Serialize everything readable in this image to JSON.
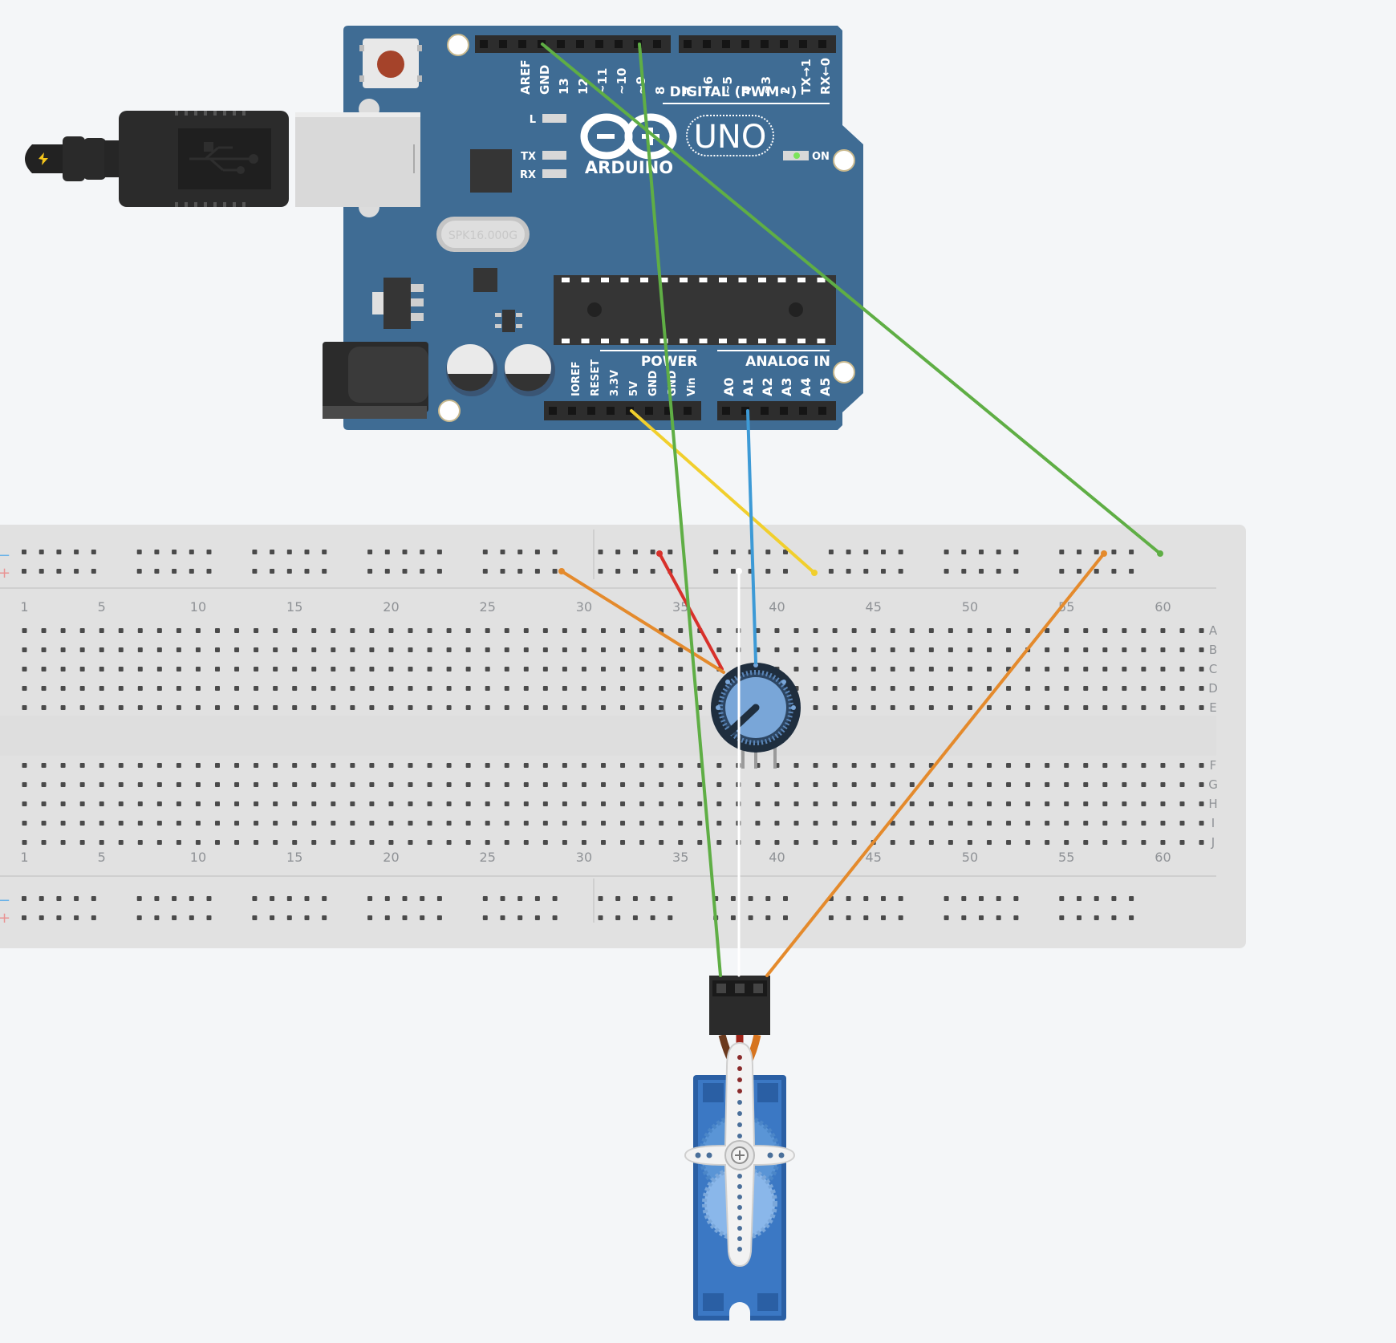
{
  "arduino": {
    "digital_pins": [
      "AREF",
      "GND",
      "13",
      "12",
      "~11",
      "~10",
      "~9",
      "8",
      "7",
      "~6",
      "~5",
      "4",
      "~3",
      "2",
      "TX→1",
      "RX←0"
    ],
    "digital_label": "DIGITAL (PWM~)",
    "led_labels": [
      "L",
      "TX",
      "RX"
    ],
    "brand": "ARDUINO",
    "model": "UNO",
    "on_label": "ON",
    "crystal_label": "SPK16.000G",
    "power_label": "POWER",
    "power_pins": [
      "IOREF",
      "RESET",
      "3.3V",
      "5V",
      "GND",
      "GND",
      "Vin"
    ],
    "analog_label": "ANALOG IN",
    "analog_pins": [
      "A0",
      "A1",
      "A2",
      "A3",
      "A4",
      "A5"
    ]
  },
  "breadboard": {
    "column_numbers": [
      "1",
      "5",
      "10",
      "15",
      "20",
      "25",
      "30",
      "35",
      "40",
      "45",
      "50",
      "55",
      "60"
    ],
    "rows_top": [
      "A",
      "B",
      "C",
      "D",
      "E"
    ],
    "rows_bottom": [
      "F",
      "G",
      "H",
      "I",
      "J"
    ],
    "rail_minus": "−",
    "rail_plus": "+"
  },
  "colors": {
    "board": "#3f6c94",
    "wire_green": "#5fae45",
    "wire_yellow": "#f1cf2d",
    "wire_blue": "#3d9ad6",
    "wire_orange": "#e48a2c",
    "wire_red": "#d8312b",
    "wire_white": "#ffffff",
    "servo": "#3b78c4"
  }
}
